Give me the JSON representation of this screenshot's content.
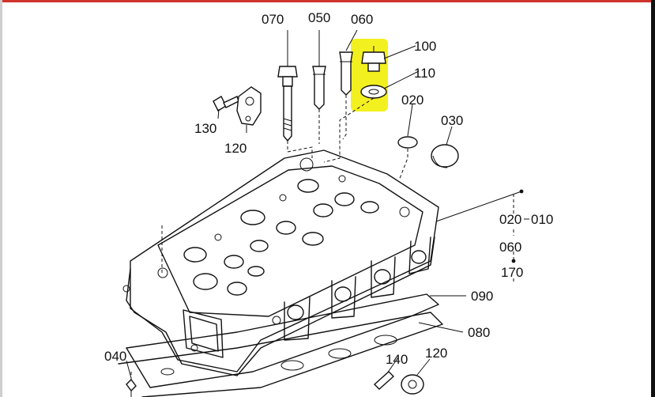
{
  "colors": {
    "frame_top": "#d0332b",
    "frame_right": "#111111",
    "frame_left": "#cfcfcf",
    "highlight": "#f3f01f",
    "ink": "#111111"
  },
  "labels": {
    "p070": "070",
    "p050": "050",
    "p060": "060",
    "p100": "100",
    "p110": "110",
    "p020": "020",
    "p030": "030",
    "p130": "130",
    "p120_top": "120",
    "p020_side": "020",
    "p010": "010",
    "p060_side": "060",
    "p170": "170",
    "p090": "090",
    "p080": "080",
    "p040": "040",
    "p140": "140",
    "p120_bottom": "120"
  },
  "highlighted_parts": [
    "100",
    "110"
  ]
}
